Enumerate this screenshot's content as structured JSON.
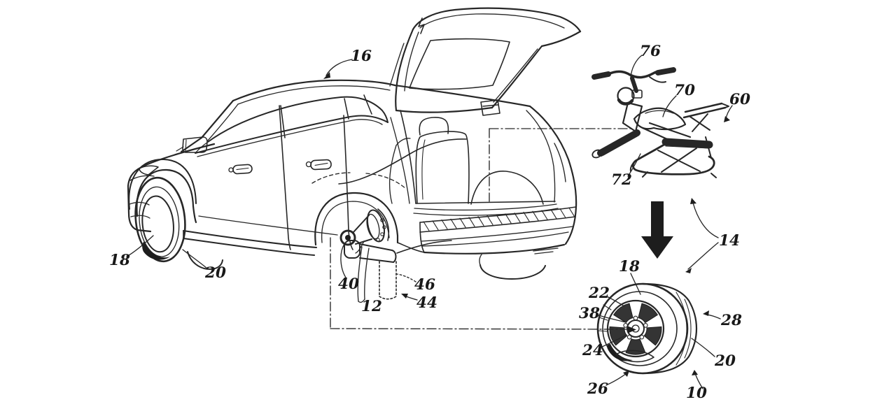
{
  "figure": {
    "background_color": "#ffffff",
    "ink_color": "#272727",
    "labels": [
      {
        "id": "vehicle",
        "text": "16"
      },
      {
        "id": "front-tire",
        "text": "18"
      },
      {
        "id": "front-wheel-rim",
        "text": "20"
      },
      {
        "id": "axle-hub",
        "text": "40"
      },
      {
        "id": "axle",
        "text": "12"
      },
      {
        "id": "receiver",
        "text": "46"
      },
      {
        "id": "hitch",
        "text": "44"
      },
      {
        "id": "handlebar",
        "text": "76"
      },
      {
        "id": "seat",
        "text": "70"
      },
      {
        "id": "unicycle-device",
        "text": "60"
      },
      {
        "id": "frame",
        "text": "72"
      },
      {
        "id": "wheel-assembly",
        "text": "14"
      },
      {
        "id": "detail-tire",
        "text": "18"
      },
      {
        "id": "detail-rim",
        "text": "22"
      },
      {
        "id": "detail-hub",
        "text": "38"
      },
      {
        "id": "detail-spokes",
        "text": "24"
      },
      {
        "id": "detail-rim-lower",
        "text": "26"
      },
      {
        "id": "detail-sidewall",
        "text": "28"
      },
      {
        "id": "detail-wheel",
        "text": "20"
      },
      {
        "id": "detail-assembly",
        "text": "10"
      }
    ]
  }
}
